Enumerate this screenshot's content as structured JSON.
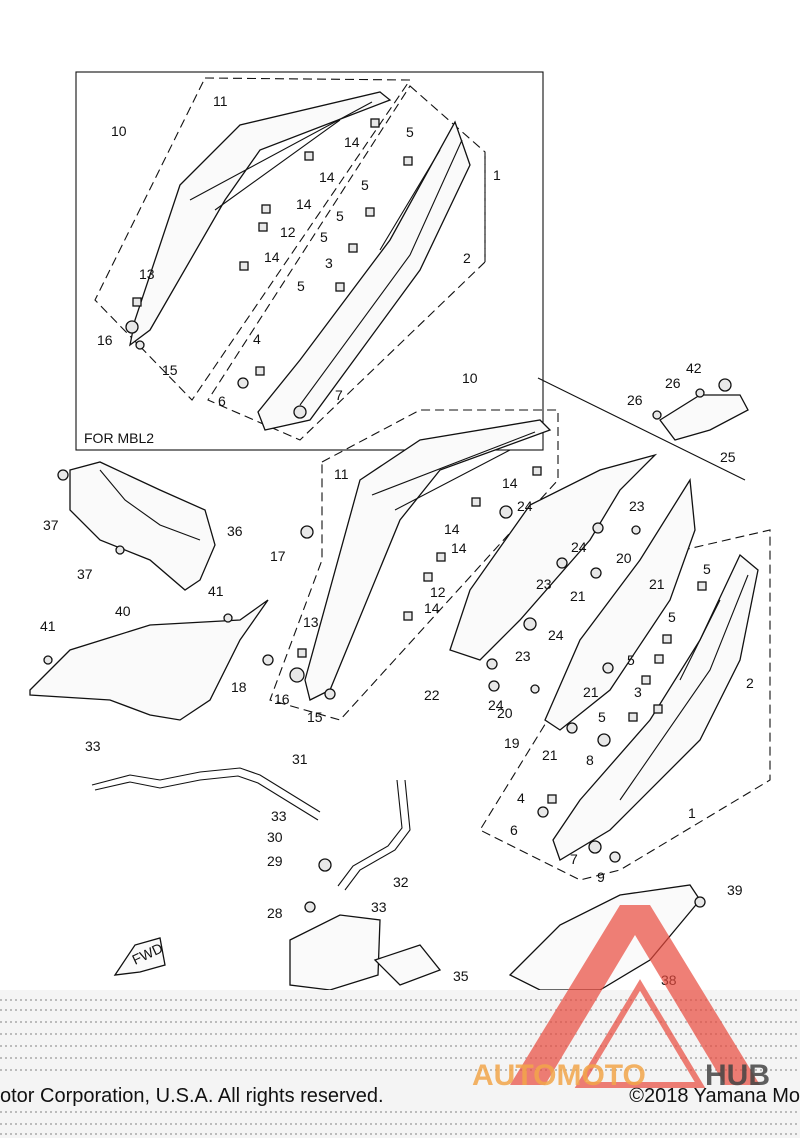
{
  "inset_caption": "FOR MBL2",
  "fwd_label": "FWD",
  "footer_left": "otor Corporation, U.S.A. All rights reserved.",
  "footer_right": "©2018 Yamana Mo",
  "watermark": {
    "part1": "AUTOMOTO",
    "part2": "HUB",
    "color_primary": "#e8483c",
    "color_secondary": "#f2a64a",
    "color_dark": "#444444"
  },
  "labels": [
    "11",
    "10",
    "14",
    "5",
    "1",
    "14",
    "5",
    "14",
    "5",
    "12",
    "5",
    "2",
    "14",
    "3",
    "13",
    "5",
    "16",
    "15",
    "4",
    "6",
    "7",
    "42",
    "26",
    "26",
    "25",
    "10",
    "14",
    "37",
    "11",
    "24",
    "23",
    "36",
    "14",
    "24",
    "14",
    "37",
    "17",
    "20",
    "23",
    "21",
    "41",
    "21",
    "5",
    "12",
    "41",
    "40",
    "14",
    "13",
    "24",
    "5",
    "23",
    "5",
    "22",
    "3",
    "2",
    "18",
    "16",
    "15",
    "24",
    "20",
    "21",
    "19",
    "5",
    "21",
    "8",
    "33",
    "31",
    "1",
    "4",
    "33",
    "6",
    "30",
    "29",
    "32",
    "7",
    "9",
    "28",
    "33",
    "39",
    "35",
    "38"
  ]
}
